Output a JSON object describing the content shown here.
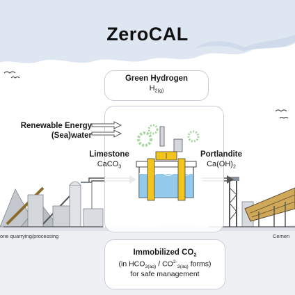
{
  "title": "ZeroCAL",
  "hydrogen": {
    "label": "Green Hydrogen",
    "formula_main": "H",
    "formula_sub": "2(g)"
  },
  "inputs": {
    "renewable": "Renewable Energy",
    "water": "(Sea)water"
  },
  "limestone": {
    "label": "Limestone",
    "formula_main": "CaCO",
    "formula_sub": "3"
  },
  "portlandite": {
    "label": "Portlandite",
    "formula_main": "Ca(OH)",
    "formula_sub": "2"
  },
  "output": {
    "title_main": "Immobilized CO",
    "title_sub": "2",
    "line2_a": "(in HCO",
    "line2_sub1": "3(aq)",
    "line2_b": " / CO",
    "line2_sup": "2-",
    "line2_sub2": "3(aq)",
    "line2_c": " forms)",
    "line3": "for safe management"
  },
  "captions": {
    "left": "one quarrying/processing",
    "right": "Cemen"
  },
  "colors": {
    "sky": "#dde6f1",
    "ground": "#e8eaee",
    "line": "#8a919b",
    "box_border": "#c9ced6",
    "gear": "#a6d6a0",
    "water": "#6fb7e3",
    "yellow": "#f3c41c"
  }
}
